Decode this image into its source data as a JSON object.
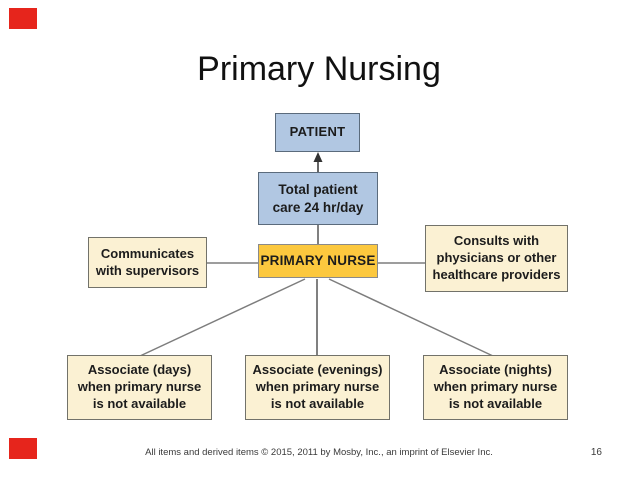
{
  "slide": {
    "title": "Primary Nursing",
    "footer_text": "All items and derived items © 2015, 2011 by Mosby, Inc., an imprint of Elsevier Inc.",
    "page_number": "16"
  },
  "colors": {
    "accent_red": "#e6251c",
    "node_blue_fill": "#b1c7e2",
    "node_yellow_fill": "#fcc83e",
    "node_cream_fill": "#fbf1d3",
    "connector_gray": "#7d7d7d",
    "arrow_black": "#333333"
  },
  "diagram": {
    "nodes": {
      "patient": {
        "label": "PATIENT"
      },
      "total_care": {
        "label": "Total patient\ncare 24 hr/day"
      },
      "primary_nurse": {
        "label": "PRIMARY NURSE"
      },
      "communicates": {
        "label": "Communicates\nwith supervisors"
      },
      "consults": {
        "label": "Consults with\nphysicians or other\nhealthcare providers"
      },
      "associate_days": {
        "label": "Associate (days)\nwhen primary nurse\nis not available"
      },
      "associate_evenings": {
        "label": "Associate (evenings)\nwhen primary nurse\nis not available"
      },
      "associate_nights": {
        "label": "Associate (nights)\nwhen primary nurse\nis not available"
      }
    }
  }
}
